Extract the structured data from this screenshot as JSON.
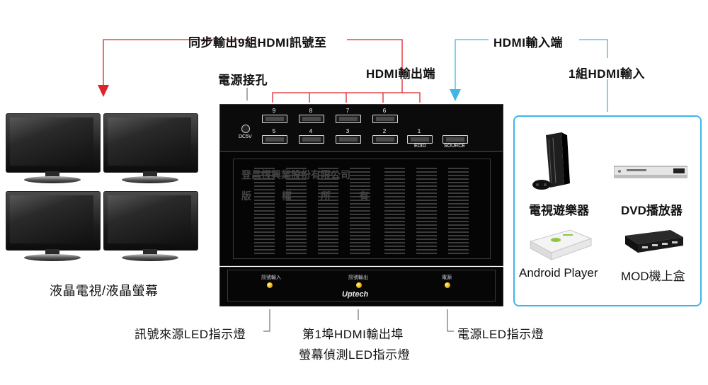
{
  "labels": {
    "sync_output": "同步輸出9組HDMI訊號至",
    "hdmi_input_port": "HDMI輸入端",
    "one_hdmi_input": "1組HDMI輸入",
    "hdmi_output_port": "HDMI輸出端",
    "power_jack": "電源接孔",
    "displays": "液晶電視/液晶螢幕",
    "signal_led": "訊號來源LED指示燈",
    "port1_led_line1": "第1埠HDMI輸出埠",
    "port1_led_line2": "螢幕偵測LED指示燈",
    "power_led": "電源LED指示燈"
  },
  "rear_panel": {
    "dc_label": "DC5V",
    "top_ports": [
      "9",
      "8",
      "7",
      "6"
    ],
    "bottom_ports": [
      "5",
      "4",
      "3",
      "2",
      "1"
    ],
    "edid_label": "EDID",
    "source_label": "SOURCE"
  },
  "body_panel": {
    "watermark_line1": "登昌恆興業股份有限公司",
    "watermark_line2": [
      "版",
      "權",
      "所",
      "有"
    ]
  },
  "front_panel": {
    "led_signal": "訊號輸入",
    "led_output": "訊號輸出",
    "led_power": "電源",
    "brand": "Uptech"
  },
  "sources": {
    "console": "電視遊樂器",
    "dvd": "DVD播放器",
    "android": "Android Player",
    "mod": "MOD機上盒"
  },
  "colors": {
    "output_arrow": "#e0232b",
    "input_arrow": "#3fb6e6",
    "led": "#f0b400"
  }
}
